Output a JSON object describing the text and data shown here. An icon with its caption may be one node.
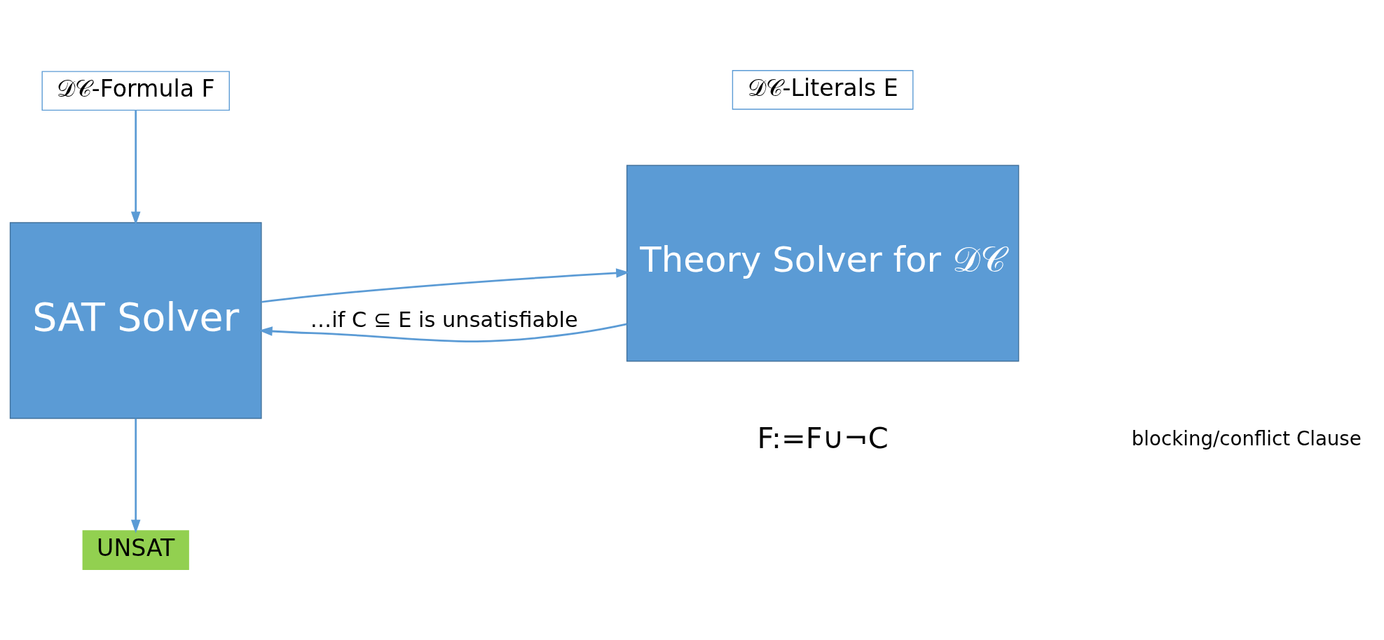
{
  "diagram": {
    "nodes": [
      {
        "text": [
          "𝒟𝒞-Formula F"
        ]
      },
      {
        "text": [
          "𝒟𝒞-Literals E"
        ]
      },
      {
        "text": [
          "SAT Solver"
        ]
      },
      {
        "text": [
          "Theory Solver for 𝒟𝒞"
        ]
      },
      {
        "text": [
          "UNSAT"
        ]
      }
    ],
    "edges": [
      {
        "from": 0,
        "to": 2,
        "arrow": "to"
      },
      {
        "from": 2,
        "to": 3,
        "arrow": "to"
      },
      {
        "from": 3,
        "to": 2,
        "arrow": "to",
        "label": "…if C ⊆ E is unsatisfiable"
      },
      {
        "from": 2,
        "to": 4,
        "arrow": "to"
      }
    ],
    "labels": [
      "F:=F∪¬C",
      "blocking/conflict Clause"
    ]
  }
}
